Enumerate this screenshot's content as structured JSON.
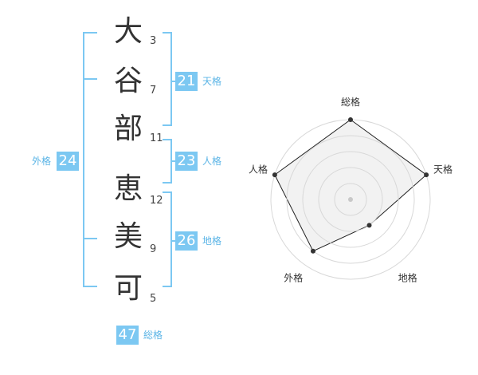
{
  "name": {
    "characters": [
      {
        "char": "大",
        "strokes": "3"
      },
      {
        "char": "谷",
        "strokes": "7"
      },
      {
        "char": "部",
        "strokes": "11"
      },
      {
        "char": "恵",
        "strokes": "12"
      },
      {
        "char": "美",
        "strokes": "9"
      },
      {
        "char": "可",
        "strokes": "5"
      }
    ]
  },
  "fortunes": {
    "tenkaku": {
      "value": "21",
      "label": "天格"
    },
    "jinkaku": {
      "value": "23",
      "label": "人格"
    },
    "chikaku": {
      "value": "26",
      "label": "地格"
    },
    "gaikaku": {
      "value": "24",
      "label": "外格"
    },
    "soukaku": {
      "value": "47",
      "label": "総格"
    }
  },
  "chart_data": {
    "type": "radar",
    "axes": [
      "総格",
      "天格",
      "地格",
      "外格",
      "人格"
    ],
    "values": [
      5,
      5,
      2,
      4,
      5
    ],
    "max": 5,
    "rings": 5,
    "colors": {
      "fill": "#f0f0f0",
      "stroke": "#222222",
      "ring": "#d8d8d8",
      "point": "#333333",
      "center": "#c8c8c8"
    }
  },
  "colors": {
    "accent": "#7cc8f2"
  }
}
